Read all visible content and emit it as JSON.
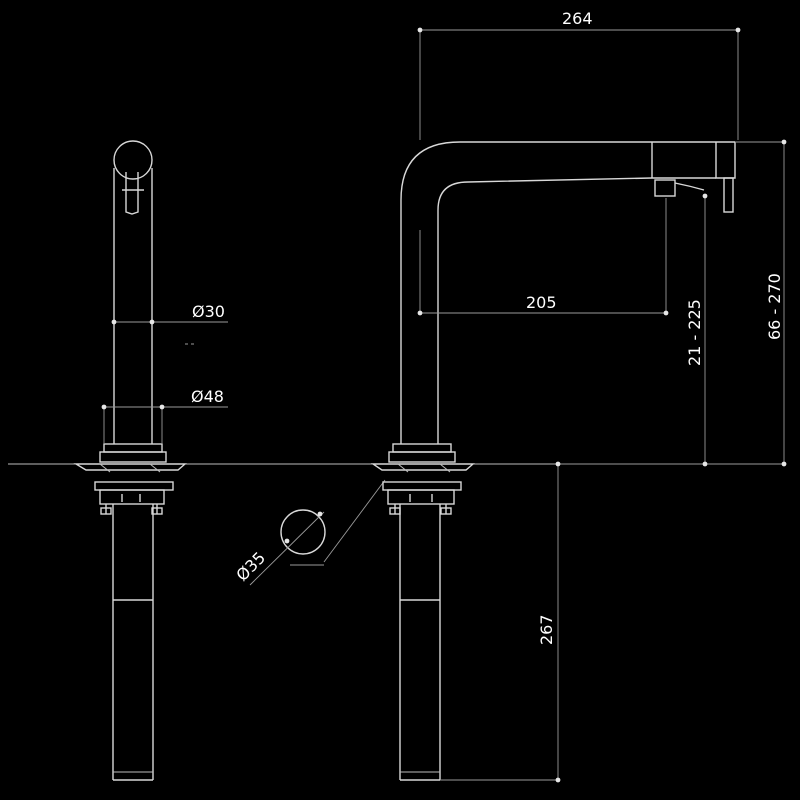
{
  "dimensions": {
    "spout_reach": "264",
    "spout_offset": "205",
    "pillar_diameter": "Ø30",
    "base_diameter": "Ø48",
    "hole_diameter": "Ø35",
    "spout_height": "21 - 225",
    "total_height": "66 - 270",
    "shank_length": "267"
  },
  "colors": {
    "background": "#000000",
    "line": "#d8d8d8",
    "dimension_line": "#9a9a9a"
  }
}
